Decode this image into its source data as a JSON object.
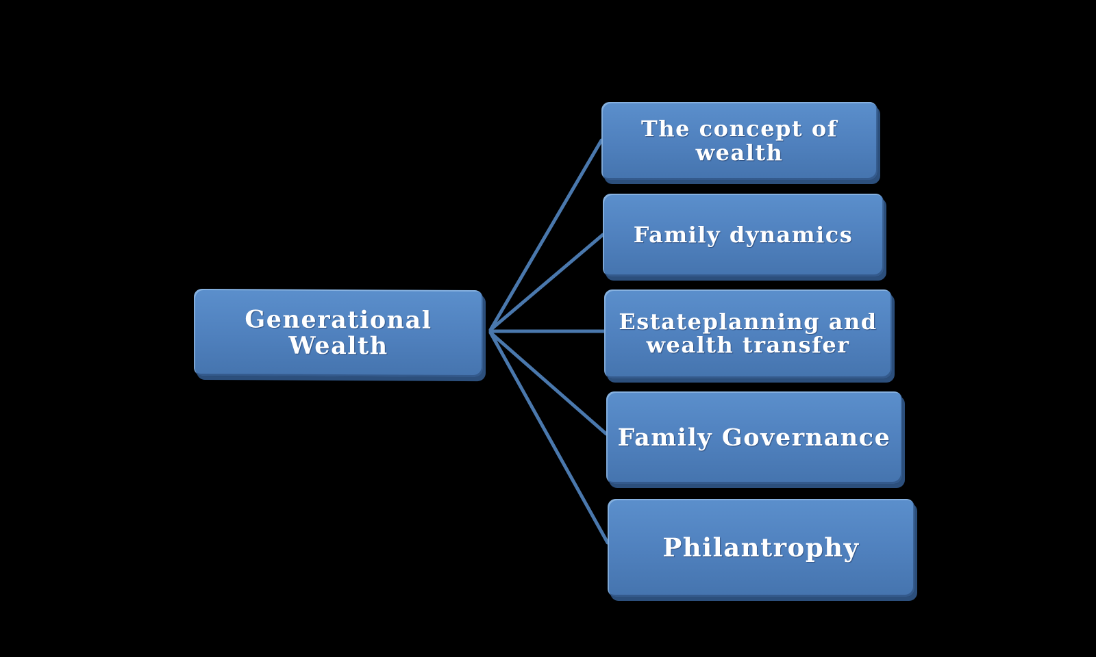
{
  "diagram": {
    "type": "hierarchy",
    "root": {
      "label": "Generational Wealth"
    },
    "children": [
      {
        "label": "The concept of wealth"
      },
      {
        "label": "Family dynamics"
      },
      {
        "label": "Estateplanning and wealth transfer"
      },
      {
        "label": "Family Governance"
      },
      {
        "label": "Philantrophy"
      }
    ],
    "colors": {
      "background": "#000000",
      "node_fill": "#4f81bd",
      "node_shadow": "#2c4f7c",
      "connector": "#4a78ad",
      "text": "#ffffff"
    }
  }
}
